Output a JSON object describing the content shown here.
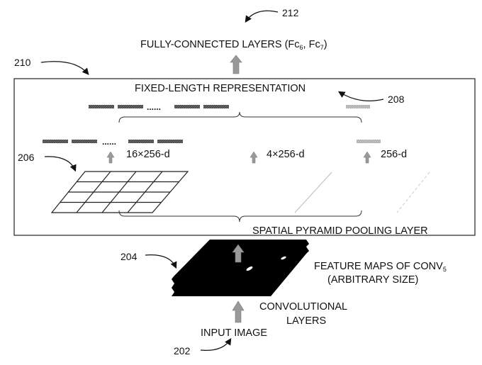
{
  "labels": {
    "fully_connected": "FULLY-CONNECTED LAYERS (Fc",
    "fc6_sub": "6",
    "fc_sep": ", Fc",
    "fc7_sub": "7",
    "fc_close": ")",
    "fixed_length": "FIXED-LENGTH REPRESENTATION",
    "dim_16": "16×256-d",
    "dim_4": "4×256-d",
    "dim_1": "256-d",
    "dots": "......",
    "spp_layer": "SPATIAL PYRAMID POOLING LAYER",
    "feature_maps_line1": "FEATURE MAPS OF CONV",
    "conv5_sub": "5",
    "feature_maps_line2": "(ARBITRARY SIZE)",
    "conv_layers_line1": "CONVOLUTIONAL",
    "conv_layers_line2": "LAYERS",
    "input_image": "INPUT IMAGE"
  },
  "refs": {
    "r202": "202",
    "r204": "204",
    "r206": "206",
    "r208": "208",
    "r210": "210",
    "r212": "212"
  }
}
